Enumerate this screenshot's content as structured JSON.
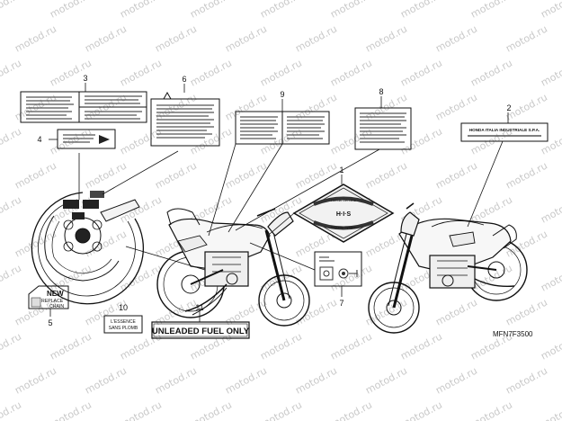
{
  "watermark": "motod.ru",
  "callouts": [
    "1",
    "2",
    "3",
    "4",
    "5",
    "6",
    "7",
    "8",
    "9",
    "10",
    "11"
  ],
  "labels": {
    "new_replace_chain": [
      "NEW",
      "REPLACE",
      "CHAIN"
    ],
    "essence": [
      "L'ESSENCE",
      "SANS PLOMB"
    ],
    "unleaded": "UNLEADED FUEL ONLY",
    "honda_italia": "HONDA ITALIA INDUSTRIALE S.P.A.",
    "emblem_top": "Honda Genuine",
    "emblem_mid": "H·I·S",
    "emblem_bottom": "Security System"
  },
  "diagram_code": "MFN7F3500"
}
